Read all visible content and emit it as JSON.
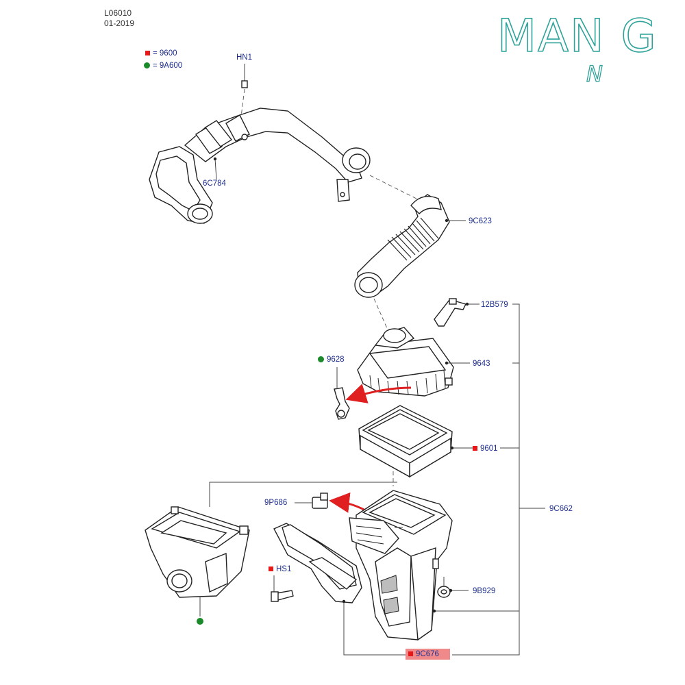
{
  "header": {
    "code": "L06010",
    "date": "01-2019"
  },
  "logo": {
    "text": "MAN G",
    "sub": "N"
  },
  "legend": [
    {
      "marker": "red-square",
      "text": "= 9600"
    },
    {
      "marker": "green-dot",
      "text": "= 9A600"
    }
  ],
  "parts": {
    "hn1": "HN1",
    "p6c784": "6C784",
    "p9c623": "9C623",
    "p12b579": "12B579",
    "p9628": "9628",
    "p9643": "9643",
    "p9601": "9601",
    "p9c662": "9C662",
    "p9p686": "9P686",
    "hs1": "HS1",
    "p9b929": "9B929",
    "p9c676": "9C676"
  },
  "colors": {
    "label": "#1f2f8f",
    "legend_red": "#e81818",
    "legend_green": "#1a8a2a",
    "arrow": "#e02020",
    "highlight": "#f08a8a",
    "logo": "#2fa39a"
  }
}
